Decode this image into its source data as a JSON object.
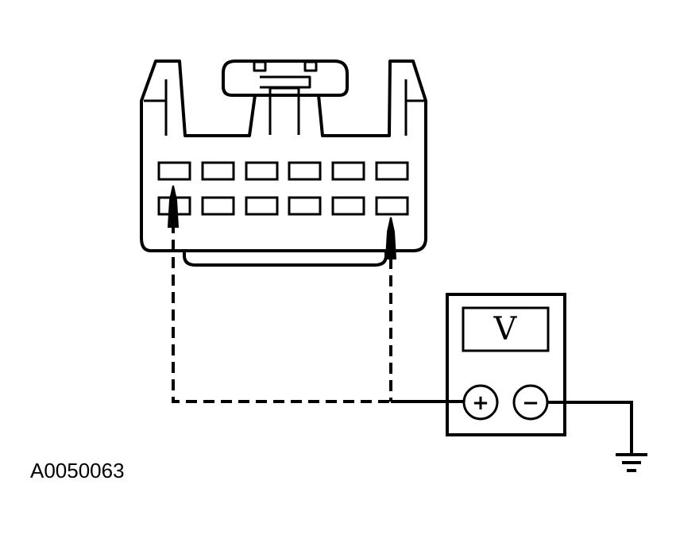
{
  "figure": {
    "reference_code": "A0050063"
  },
  "voltmeter": {
    "display_symbol": "V",
    "positive_terminal": "+",
    "negative_terminal": "−"
  },
  "connector": {
    "cavity_rows": 2,
    "cavity_columns": 6
  },
  "icons": [
    "ground-icon",
    "probe-arrow-icon"
  ]
}
